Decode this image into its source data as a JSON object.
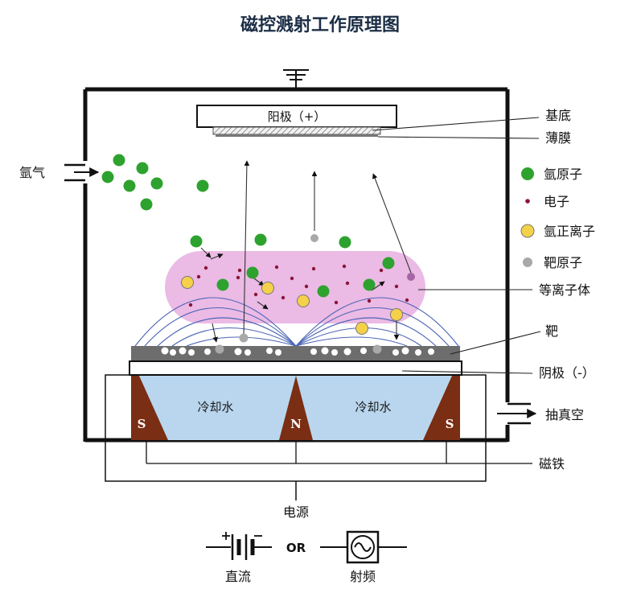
{
  "title": "磁控溅射工作原理图",
  "anode_label": "阳极（+）",
  "gas_inlet_label": "氩气",
  "vacuum_label": "抽真空",
  "power_label": "电源",
  "or_label": "OR",
  "dc_label": "直流",
  "rf_label": "射频",
  "cooling_water": [
    "冷却水",
    "冷却水"
  ],
  "magnet_poles": [
    "S",
    "N",
    "S"
  ],
  "legend": [
    {
      "label": "氩原子",
      "color": "#2ea22e",
      "icon": "green-circle"
    },
    {
      "label": "电子",
      "color": "#8a1538",
      "icon": "small-dot"
    },
    {
      "label": "氩正离子",
      "color": "#f5d14a",
      "icon": "yellow-circle"
    },
    {
      "label": "靶原子",
      "color": "#a9a9a9",
      "icon": "gray-circle"
    }
  ],
  "callouts": {
    "substrate": "基底",
    "film": "薄膜",
    "plasma": "等离子体",
    "target": "靶",
    "cathode": "阴极（-）",
    "magnet": "磁铁"
  },
  "colors": {
    "plasma": "#e8aee0",
    "cooling_water": "#b9d6ee",
    "magnet": "#7a2e14",
    "target": "#6d6d6d",
    "field_lines": "#4a64b4"
  }
}
